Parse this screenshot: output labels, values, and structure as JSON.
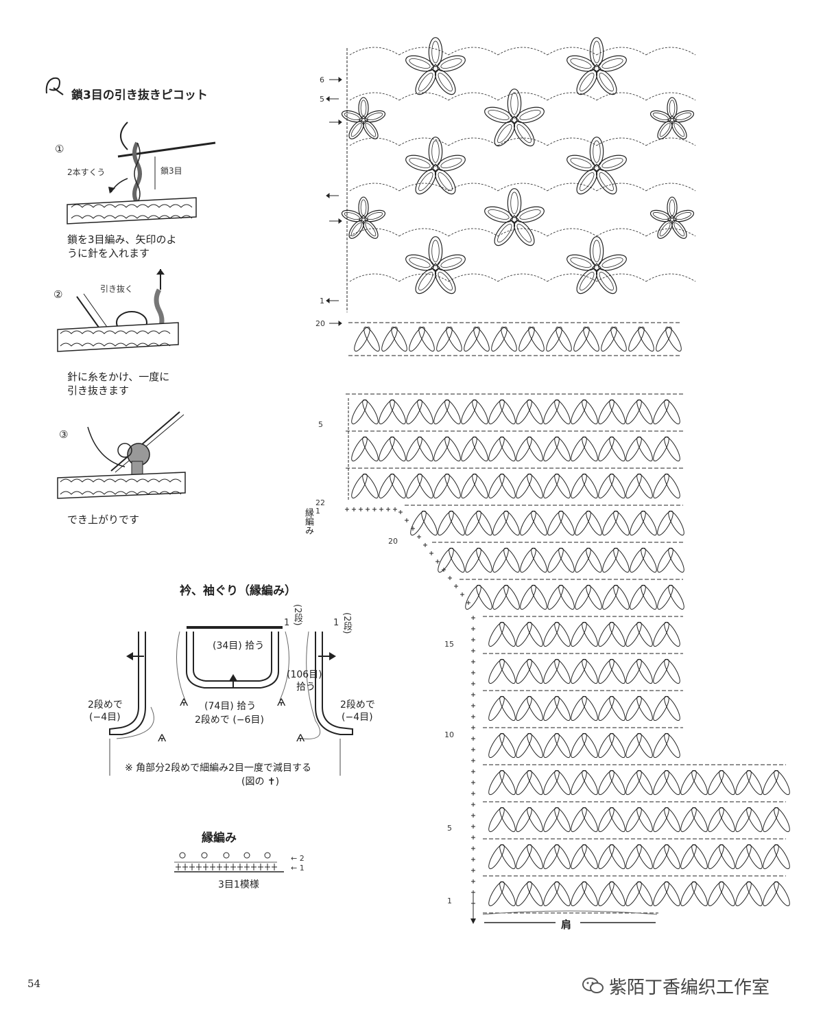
{
  "picot": {
    "title": "鎖3目の引き抜きピコット",
    "step1": {
      "num": "①",
      "label_left": "2本すくう",
      "label_right": "鎖3目",
      "caption1": "鎖を3目編み、矢印のよ",
      "caption2": "うに針を入れます"
    },
    "step2": {
      "num": "②",
      "label": "引き抜く",
      "caption1": "針に糸をかけ、一度に",
      "caption2": "引き抜きます"
    },
    "step3": {
      "num": "③",
      "caption": "でき上がりです"
    }
  },
  "collar": {
    "title": "衿、袖ぐり（縁編み）",
    "rows_top_a": "(2段)",
    "rows_top_a_num": "1",
    "rows_top_b": "(2段)",
    "rows_top_b_num": "1",
    "pick34": "(34目) 拾う",
    "pick106a": "(106目)",
    "pick106b": "拾う",
    "pick74": "(74目) 拾う",
    "dec6": "2段めで (−6目)",
    "left_dec1": "2段めで",
    "left_dec2": "(−4目)",
    "right_dec1": "2段めで",
    "right_dec2": "(−4目)",
    "note1": "※ 角部分2段めで細編み2目一度で減目する",
    "note2": "(図の ✝)"
  },
  "edging": {
    "title": "縁編み",
    "row2": "← 2",
    "row1": "← 1",
    "repeat": "3目1模様"
  },
  "chart": {
    "upper_rows": [
      "6",
      "5",
      "1",
      "20"
    ],
    "lower_rows": [
      "5",
      "22",
      "1",
      "20",
      "15",
      "10",
      "5",
      "1"
    ],
    "edge_label": "縁編み",
    "shoulder": "肩"
  },
  "page_number": "54",
  "watermark": "紫陌丁香编织工作室",
  "colors": {
    "ink": "#222222",
    "background": "#ffffff",
    "gray": "#9a9a9a"
  }
}
